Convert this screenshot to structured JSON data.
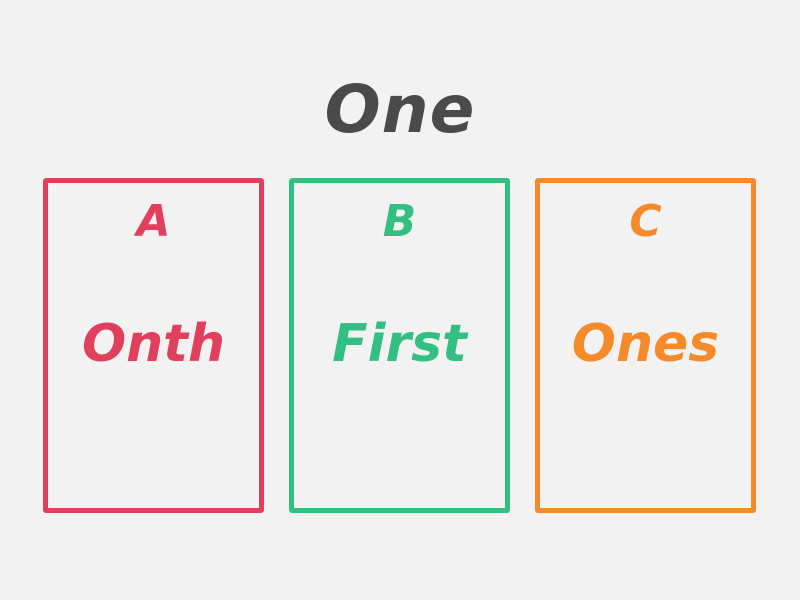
{
  "question": {
    "text": "One"
  },
  "options": [
    {
      "letter": "A",
      "answer": "Onth",
      "color": "#e0405c"
    },
    {
      "letter": "B",
      "answer": "First",
      "color": "#32bf80"
    },
    {
      "letter": "C",
      "answer": "Ones",
      "color": "#f58a2a"
    }
  ]
}
